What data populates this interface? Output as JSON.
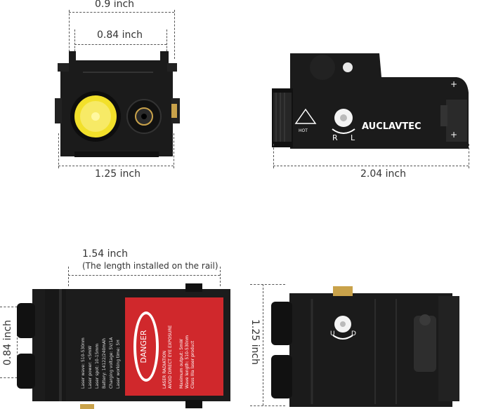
{
  "dimensions": {
    "front_width": "0.9 inch",
    "rail_width": "0.84 inch",
    "front_base_width": "1.25 inch",
    "side_length": "2.04 inch",
    "rail_length": "1.54 inch",
    "rail_length_note": "(The length installed on the rail)",
    "bottom_height": "0.84 inch",
    "back_height": "1.25 inch"
  },
  "device_text": {
    "brand": "AUCLAVTEC",
    "adjust_left": "R",
    "adjust_right": "L",
    "adjust_up": "U",
    "adjust_down": "D",
    "hot_warning": "HOT",
    "danger": "DANGER",
    "specs": [
      "Laser wave: 510-530nm",
      "Laser power: <5mW",
      "Laser spot: 10-15mm",
      "Battery: 14122/240mAh",
      "Charging voltage: 5V/1A",
      "Laser working time: 5H"
    ],
    "warning_lines": [
      "LASER RADIATION",
      "AVOID DIRECT EYE EXPOSURE",
      "Maximum output: 5mW",
      "Wave length: 510-530nm",
      "Class IIIa laser product"
    ]
  },
  "colors": {
    "body": "#1b1b1b",
    "lens": "#f2e02a",
    "brass": "#c9a24a",
    "danger_red": "#d0282c"
  }
}
